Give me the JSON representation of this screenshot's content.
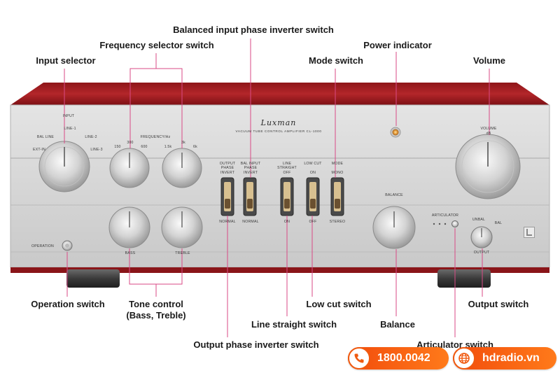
{
  "callouts": {
    "balanced_input_phase": "Balanced input phase inverter switch",
    "frequency_selector": "Frequency selector switch",
    "power_indicator": "Power indicator",
    "input_selector": "Input selector",
    "mode_switch": "Mode switch",
    "volume": "Volume",
    "operation_switch": "Operation switch",
    "tone_control": "Tone control\n(Bass, Treble)",
    "low_cut_switch": "Low cut switch",
    "output_switch": "Output switch",
    "line_straight_switch": "Line straight switch",
    "balance": "Balance",
    "output_phase_inverter": "Output phase inverter switch",
    "articulator_switch": "Articulator switch"
  },
  "panel": {
    "brand": "Luxman",
    "model": "VACUUM TUBE CONTROL AMPLIFIER CL-1000",
    "input_label": "INPUT",
    "input_line1": "LINE-1",
    "input_bal_line": "BAL LINE",
    "input_line2": "LINE-2",
    "input_ext_in": "EXT-IN",
    "input_line3": "LINE-3",
    "freq_label": "FREQUENCY/Hz",
    "freq_150": "150",
    "freq_300": "300",
    "freq_600": "600",
    "freq_1_5k": "1.5k",
    "freq_3k": "3k",
    "freq_6k": "6k",
    "output_phase_top": "OUTPUT\nPHASE",
    "invert_a": "INVERT",
    "normal_a": "NORMAL",
    "bal_input_phase_top": "BAL INPUT\nPHASE",
    "invert_b": "INVERT",
    "normal_b": "NORMAL",
    "line_straight_top": "LINE\nSTRAIGHT",
    "off_a": "OFF",
    "on_a": "ON",
    "low_cut_top": "LOW CUT",
    "on_b": "ON",
    "off_b": "OFF",
    "mode_top": "MODE",
    "mono": "MONO",
    "stereo": "STEREO",
    "bass": "BASS",
    "treble": "TREBLE",
    "balance": "BALANCE",
    "articulator": "ARTICULATOR",
    "volume_label": "VOLUME",
    "volume_unit": "dB",
    "unbal": "UNBAL",
    "bal": "BAL",
    "output": "OUTPUT",
    "operation": "OPERATION"
  },
  "contact": {
    "phone": "1800.0042",
    "website": "hdradio.vn",
    "phone_icon": "phone-icon",
    "web_icon": "globe-icon"
  },
  "colors": {
    "cabinet": "#9c1c20",
    "faceplate": "#d8d8d8",
    "accent_orange": "#f25a10",
    "leader_line": "#d94a86"
  }
}
